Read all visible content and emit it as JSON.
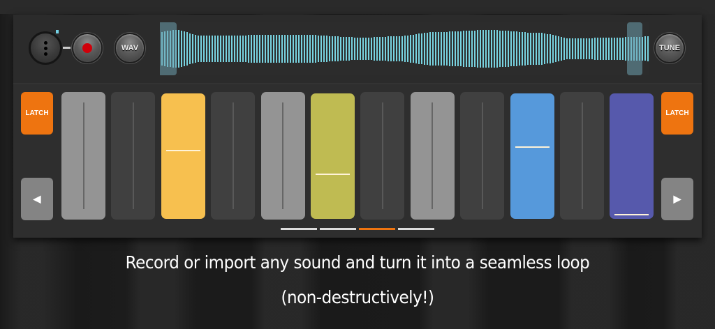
{
  "toolbar": {
    "knob_icon": "more-vertical-icon",
    "record_icon": "record-icon",
    "wav_label": "WAV",
    "tune_label": "TUNE",
    "accent_color": "#74d3e6",
    "record_color": "#d0000a"
  },
  "waveform": {
    "color": "#78d3e0",
    "loop_start_handle": "loop-start",
    "loop_end_handle": "loop-end"
  },
  "left_controls": {
    "latch_label": "LATCH",
    "prev_icon": "◀"
  },
  "right_controls": {
    "latch_label": "LATCH",
    "next_icon": "▶"
  },
  "faders": [
    {
      "color": "#949494",
      "track": "#666666",
      "active": false,
      "handle": null
    },
    {
      "color": "#404040",
      "track": "#595959",
      "active": false,
      "handle": null
    },
    {
      "color": "#f7c04f",
      "track": null,
      "active": true,
      "handle": 0.45
    },
    {
      "color": "#404040",
      "track": "#595959",
      "active": false,
      "handle": null
    },
    {
      "color": "#949494",
      "track": "#666666",
      "active": false,
      "handle": null
    },
    {
      "color": "#bfbb52",
      "track": null,
      "active": true,
      "handle": 0.64
    },
    {
      "color": "#404040",
      "track": "#595959",
      "active": false,
      "handle": null
    },
    {
      "color": "#949494",
      "track": "#666666",
      "active": false,
      "handle": null
    },
    {
      "color": "#404040",
      "track": "#595959",
      "active": false,
      "handle": null
    },
    {
      "color": "#5699db",
      "track": null,
      "active": true,
      "handle": 0.42
    },
    {
      "color": "#404040",
      "track": "#595959",
      "active": false,
      "handle": null
    },
    {
      "color": "#5659ac",
      "track": null,
      "active": true,
      "handle": 0.96
    }
  ],
  "pager": {
    "pages": 4,
    "current": 3,
    "active_color": "#ee7410",
    "inactive_color": "#dddddd"
  },
  "caption": {
    "line1": "Record or import any sound and turn it into a seamless loop",
    "line2": "(non-destructively!)"
  }
}
